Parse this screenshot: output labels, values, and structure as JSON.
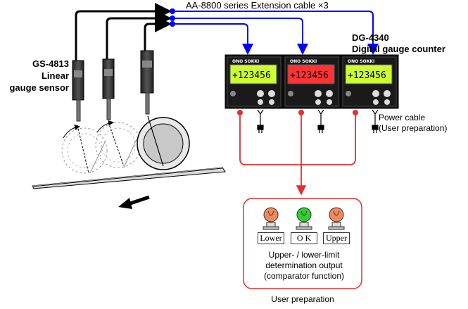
{
  "cable": {
    "title": "AA-8800 series Extension cable ×3"
  },
  "sensor": {
    "model": "GS-4813",
    "line2": "Linear",
    "line3": "gauge sensor"
  },
  "counter": {
    "model": "DG-4340",
    "name": "Digital gauge counter"
  },
  "power": {
    "line1": "Power cable",
    "line2": "(User preparation)"
  },
  "output": {
    "line1": "Upper- / lower-limit",
    "line2": "determination output",
    "line3": "(comparator function)"
  },
  "user": {
    "label": "User preparation"
  },
  "lamps": [
    {
      "label": "Lower",
      "color": "#f08a5d"
    },
    {
      "label": "O K",
      "color": "#33cc33"
    },
    {
      "label": "Upper",
      "color": "#f08a5d"
    }
  ],
  "displays": [
    {
      "value": "+123456",
      "color": "#ccff33"
    },
    {
      "value": "+123456",
      "color": "#ff3333"
    },
    {
      "value": "+123456",
      "color": "#ccff33"
    }
  ],
  "colors": {
    "cable_black": "#000000",
    "cable_blue": "#0000ff",
    "output_red": "#e03030"
  }
}
